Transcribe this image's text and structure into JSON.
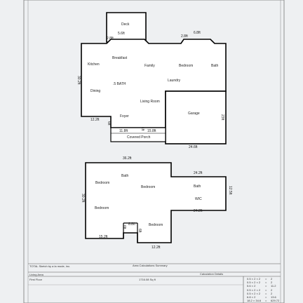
{
  "first_floor": {
    "rooms": {
      "deck": "Deck",
      "breakfast": "Breakfast",
      "kitchen": "Kitchen",
      "family": "Family",
      "bedroom": "Bedroom",
      "bath": "Bath",
      "laundry": "Laundry",
      "half_bath": ".5 BATH",
      "dining": "Dining",
      "living": "Living Room",
      "foyer": "Foyer",
      "garage": "Garage",
      "porch": "Covered Porch"
    },
    "dims": {
      "deck_top": "5.6ft",
      "deck_side": "2.8ft",
      "bay_side": "2.8ft",
      "bay_top": "6.8ft",
      "left_side": "30.2ft",
      "step_bottom": "12.2ft",
      "step_side": "6ft",
      "porch_left": "11.8ft",
      "porch_mid": "1ft",
      "porch_right": "15.8ft",
      "garage_side": "23ft",
      "garage_bottom": "24.6ft"
    }
  },
  "second_floor": {
    "rooms": {
      "bath_top": "Bath",
      "bedroom_tl": "Bedroom",
      "bedroom_c": "Bedroom",
      "bath_right": "Bath",
      "wic": "WIC",
      "bedroom_bl": "Bedroom",
      "bedroom_bc": "Bedroom"
    },
    "dims": {
      "top": "36.2ft",
      "left": "30.2ft",
      "right_top": "24.2ft",
      "right_side": "12.5ft",
      "right_bottom": "24.2ft",
      "bottom_left": "15.2ft",
      "notch_top": "8.8ft",
      "notch_left": "6ft",
      "notch_right": "6ft",
      "bottom_right": "12.2ft"
    }
  },
  "footer": {
    "credit": "TOTAL Sketch by a la mode, inc.",
    "summary_title": "Area Calculations Summary",
    "living_area": "Living Area",
    "first_floor": "First Floor",
    "first_floor_value": "1716.08 Sq ft",
    "calc_title": "Calculation Details",
    "calc_rows": [
      {
        "left": "0.5 × 2 × 2",
        "eq": "=",
        "value": "2"
      },
      {
        "left": "0.5 × 2 × 2",
        "eq": "=",
        "value": "2"
      },
      {
        "left": "5.6 × 2",
        "eq": "=",
        "value": "11.2"
      },
      {
        "left": "0.5 × 2 × 2",
        "eq": "=",
        "value": "2"
      },
      {
        "left": "0.5 × 2 × 2",
        "eq": "=",
        "value": "2"
      },
      {
        "left": "6.8 × 2",
        "eq": "=",
        "value": "13.6"
      },
      {
        "left": "18.2 × 34.6",
        "eq": "=",
        "value": "629.72"
      }
    ]
  }
}
